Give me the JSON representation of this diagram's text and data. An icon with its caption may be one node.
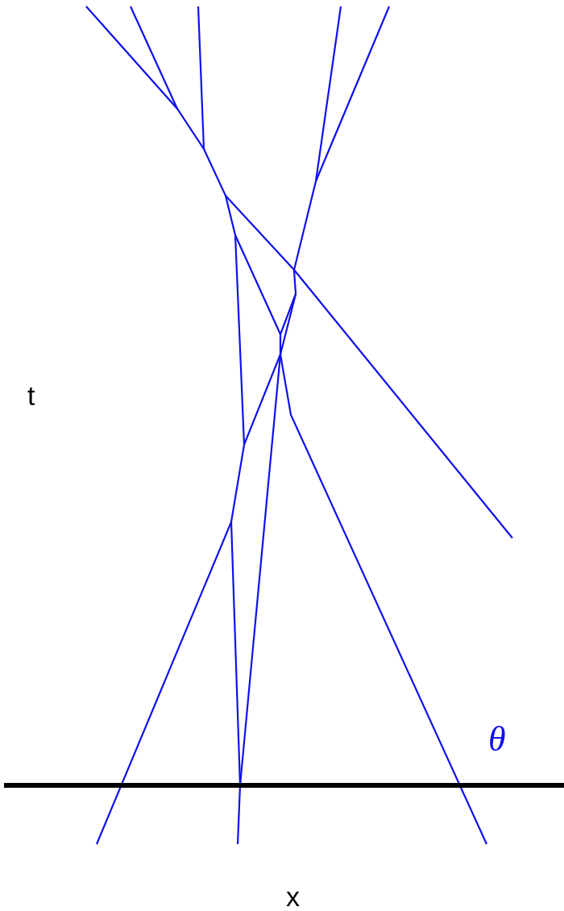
{
  "diagram": {
    "labels": [
      "t",
      "θ",
      "x"
    ]
  }
}
